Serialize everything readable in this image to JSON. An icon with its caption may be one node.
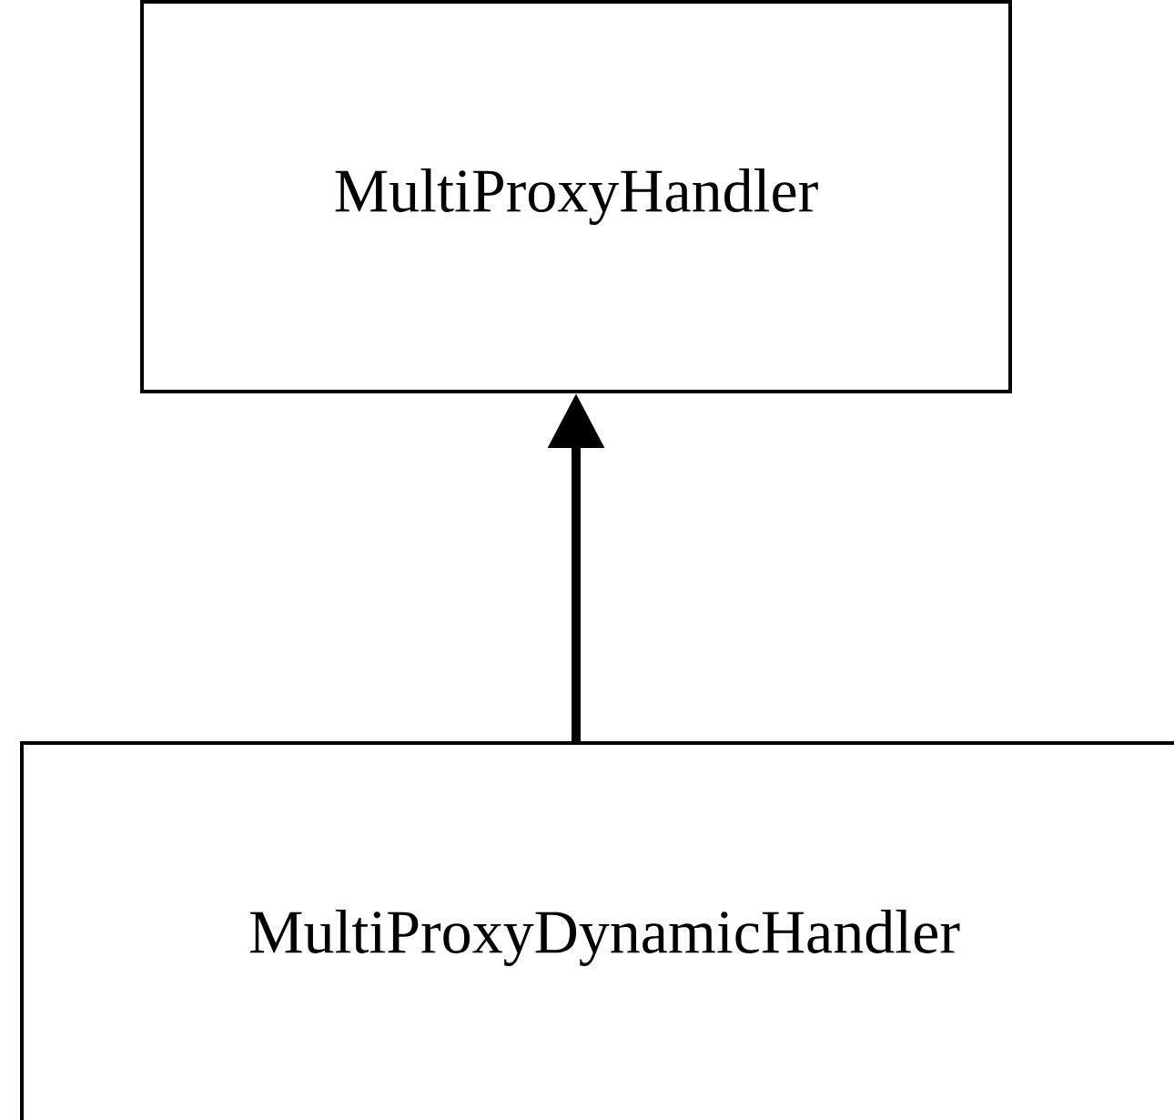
{
  "diagram": {
    "nodes": [
      {
        "text": [
          "MultiProxyHandler"
        ]
      },
      {
        "text": [
          "MultiProxyDynamicHandler"
        ]
      }
    ],
    "edges": [
      {
        "from": 1,
        "to": 0,
        "arrow": "to"
      }
    ]
  }
}
